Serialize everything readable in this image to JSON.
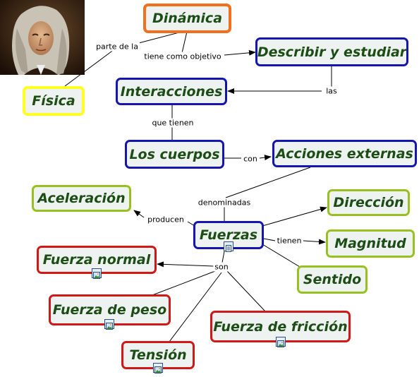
{
  "nodes": {
    "dinamica": "Dinámica",
    "fisica": "Física",
    "describir": "Describir y estudiar",
    "interacciones": "Interacciones",
    "cuerpos": "Los cuerpos",
    "acciones": "Acciones externas",
    "aceleracion": "Aceleración",
    "direccion": "Dirección",
    "fuerzas": "Fuerzas",
    "magnitud": "Magnitud",
    "fuerza_normal": "Fuerza normal",
    "sentido": "Sentido",
    "fuerza_peso": "Fuerza de peso",
    "fuerza_friccion": "Fuerza de fricción",
    "tension": "Tensión"
  },
  "links": {
    "parte_de_la": "parte de la",
    "tiene_como_objetivo": "tiene como objetivo",
    "las": "las",
    "que_tienen": "que tienen",
    "con": "con",
    "denominadas": "denominadas",
    "producen": "producen",
    "tienen": "tienen",
    "son": "son"
  },
  "icons": {
    "portrait": "newton-portrait-image",
    "fuerzas_resource": "document-icon",
    "image_resource": "image-icon"
  },
  "colors": {
    "orange_border": "#f07020",
    "yellow_border": "#ffff22",
    "blue_border": "#1515b0",
    "green_border": "#98c020",
    "red_border": "#d01818",
    "node_fill": "#eef3f1",
    "node_text": "#1b4d14"
  }
}
